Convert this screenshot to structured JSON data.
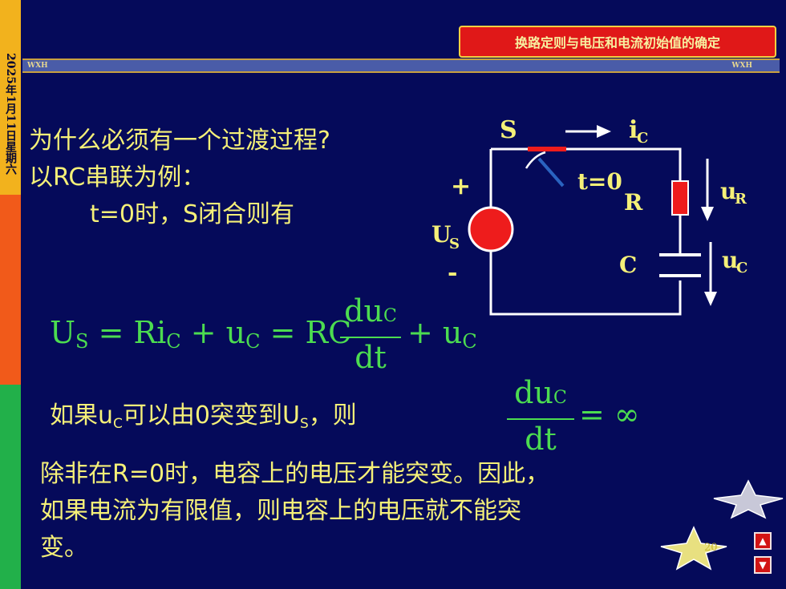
{
  "sidebar": {
    "date": "2025年1月11日星期六"
  },
  "header": {
    "left_tag": "WXH",
    "right_tag": "WXH",
    "title": "换路定则与电压和电流初始值的确定"
  },
  "question": {
    "line1": "为什么必须有一个过渡过程?",
    "line2": "以RC串联为例：",
    "line3": "t=0时，S闭合则有"
  },
  "circuit": {
    "switch": "S",
    "time": "t=0",
    "current": "i",
    "current_sub": "C",
    "resistor": "R",
    "capacitor": "C",
    "source": "U",
    "source_sub": "S",
    "plus": "+",
    "minus": "-",
    "ur": "u",
    "ur_sub": "R",
    "uc": "u",
    "uc_sub": "C",
    "colors": {
      "wire": "#ffffff",
      "source": "#ee1c1c",
      "resistor": "#ee1c1c",
      "switch_bar": "#ee1c1c",
      "switch_arm": "#2a63c0",
      "label": "#f5f078"
    }
  },
  "equation1": {
    "lhs": "U",
    "lhs_sub": "S",
    "eq1": "= Ri",
    "i_sub": "C",
    "plus1": "+ u",
    "u_sub": "C",
    "eq2": "= RC",
    "num": "du",
    "num_sub": "C",
    "den": "dt",
    "plus2": "+ u",
    "u2_sub": "C"
  },
  "condition": {
    "pre": "如果u",
    "sub": "C",
    "mid": "可以由0突变到U",
    "sub2": "S",
    "post": "，则"
  },
  "equation2": {
    "num": "du",
    "num_sub": "C",
    "den": "dt",
    "rhs": "= ∞"
  },
  "conclusion": {
    "line1": "除非在R=0时，电容上的电压才能突变。因此，",
    "line2": "如果电流为有限值，则电容上的电压就不能突",
    "line3": "变。"
  },
  "footer": {
    "page": "20",
    "nav_up": "▲",
    "nav_down": "▼"
  }
}
